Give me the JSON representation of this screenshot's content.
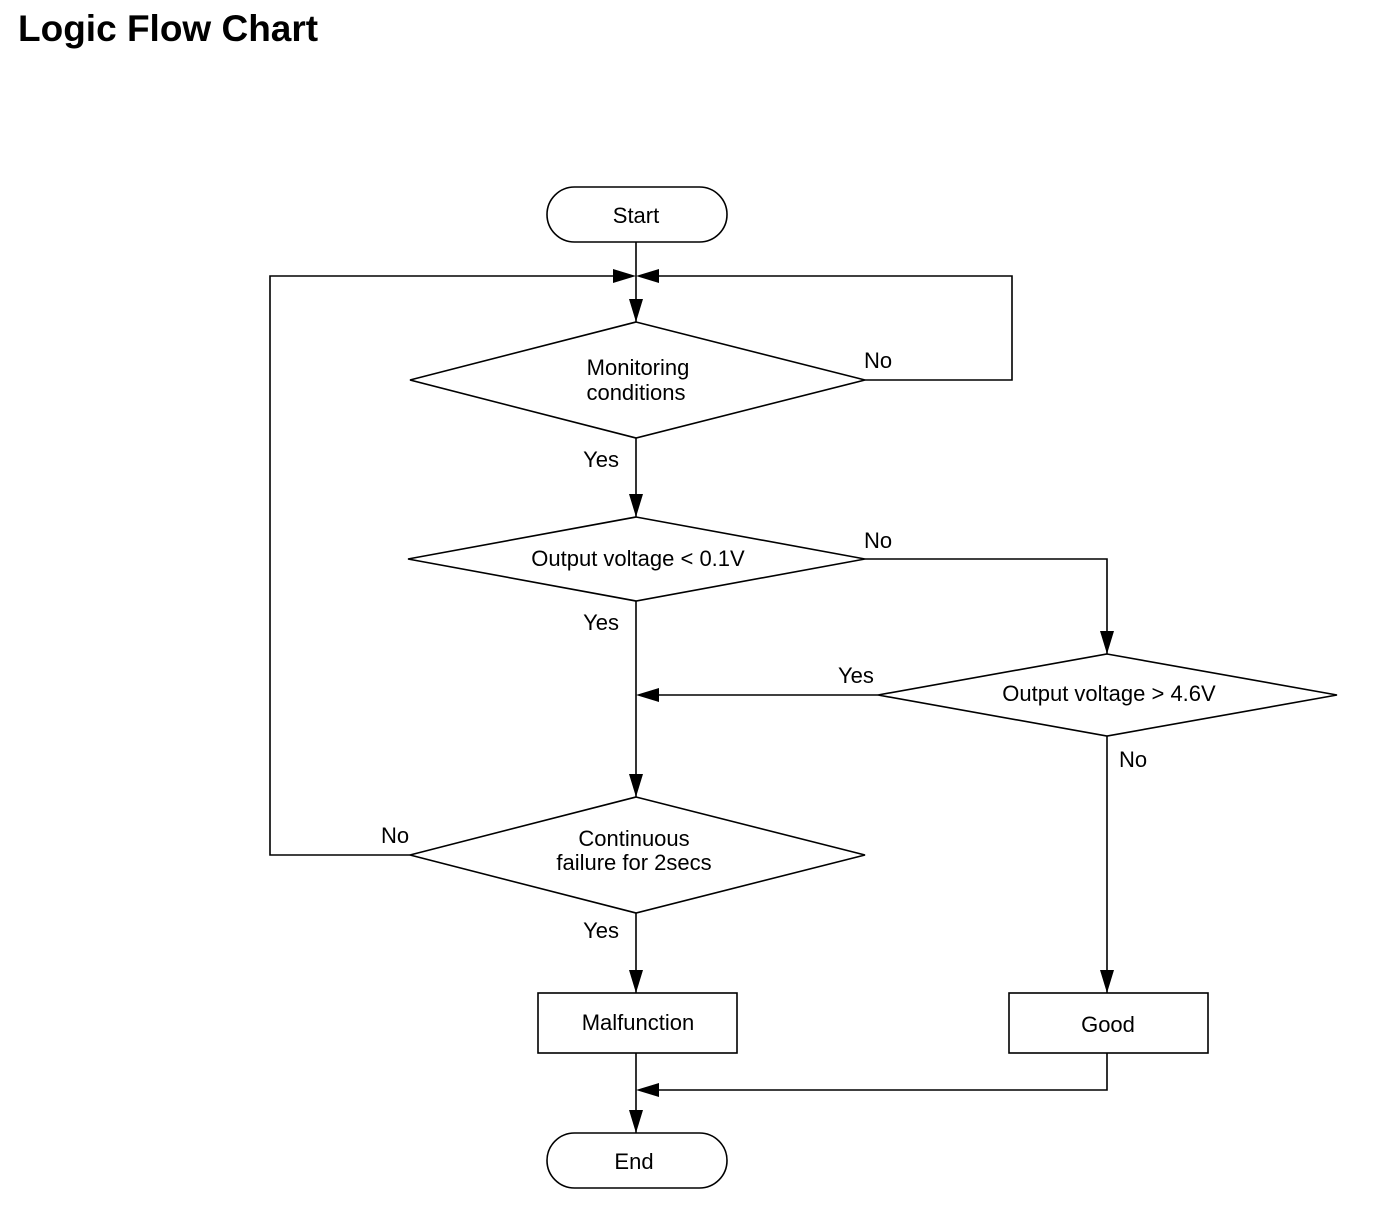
{
  "header": {
    "title": "Logic Flow Chart"
  },
  "nodes": {
    "start": "Start",
    "monitoring": [
      "Monitoring",
      "conditions"
    ],
    "low_voltage": "Output voltage < 0.1V",
    "high_voltage": "Output voltage > 4.6V",
    "continuous": [
      "Continuous",
      "failure for 2secs"
    ],
    "malfunction": "Malfunction",
    "good": "Good",
    "end": "End"
  },
  "edges": {
    "monitoring_no": "No",
    "monitoring_yes": "Yes",
    "low_no": "No",
    "low_yes": "Yes",
    "high_yes": "Yes",
    "high_no": "No",
    "continuous_no": "No",
    "continuous_yes": "Yes"
  }
}
